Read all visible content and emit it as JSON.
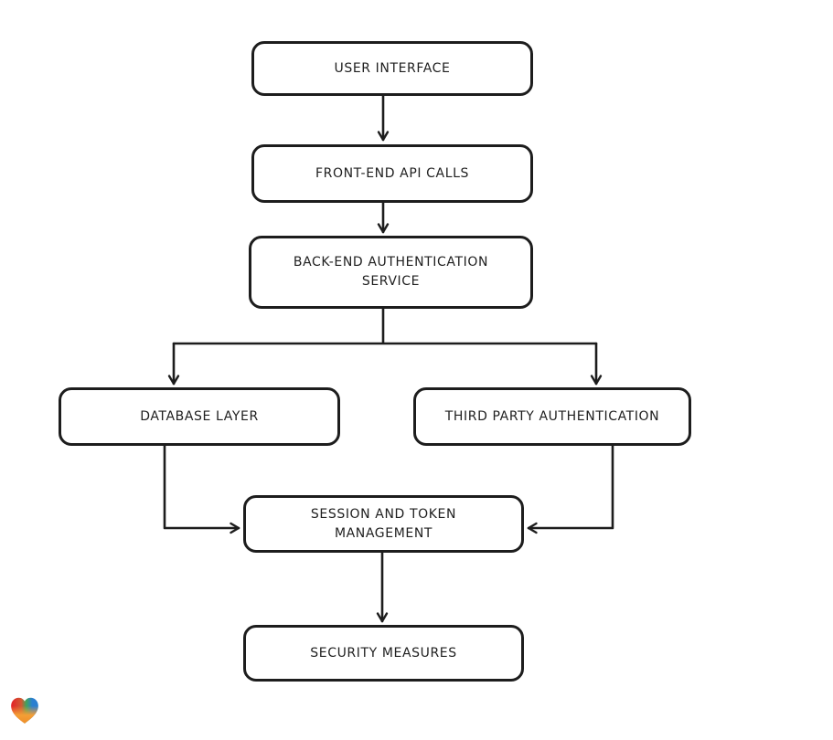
{
  "diagram": {
    "nodes": [
      {
        "id": "user-interface",
        "label": "USER INTERFACE"
      },
      {
        "id": "front-end-api-calls",
        "label": "FRONT-END API CALLS"
      },
      {
        "id": "back-end-authentication-service",
        "label": "BACK-END AUTHENTICATION\nSERVICE"
      },
      {
        "id": "database-layer",
        "label": "DATABASE LAYER"
      },
      {
        "id": "third-party-authentication",
        "label": "THIRD PARTY AUTHENTICATION"
      },
      {
        "id": "session-and-token-management",
        "label": "SESSION AND TOKEN\nMANAGEMENT"
      },
      {
        "id": "security-measures",
        "label": "SECURITY MEASURES"
      }
    ],
    "edges": [
      {
        "from": "user-interface",
        "to": "front-end-api-calls"
      },
      {
        "from": "front-end-api-calls",
        "to": "back-end-authentication-service"
      },
      {
        "from": "back-end-authentication-service",
        "to": "database-layer"
      },
      {
        "from": "back-end-authentication-service",
        "to": "third-party-authentication"
      },
      {
        "from": "database-layer",
        "to": "session-and-token-management"
      },
      {
        "from": "third-party-authentication",
        "to": "session-and-token-management"
      },
      {
        "from": "session-and-token-management",
        "to": "security-measures"
      }
    ],
    "colors": {
      "ink": "#1d1d1d",
      "background": "#ffffff",
      "node_fill": "#ffffff"
    },
    "logo": {
      "icon": "gradient-heart-logo",
      "colors": {
        "red": "#e42127",
        "green": "#3fa45c",
        "blue": "#2b7fd0",
        "orange": "#f59f35"
      }
    }
  }
}
